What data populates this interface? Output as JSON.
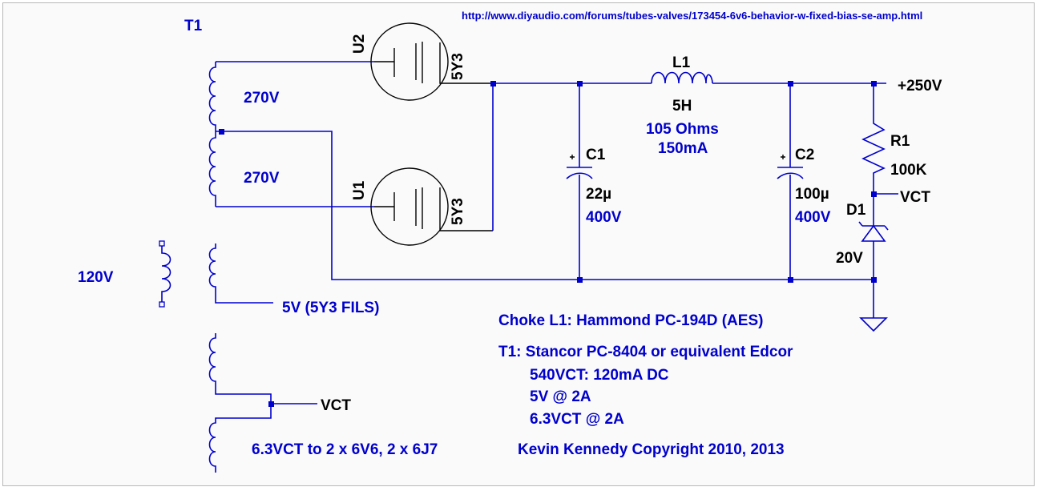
{
  "url": "http://www.diyaudio.com/forums/tubes-valves/173454-6v6-behavior-w-fixed-bias-se-amp.html",
  "transformer": {
    "ref": "T1",
    "winding_top": "270V",
    "winding_bottom": "270V",
    "primary": "120V",
    "fil_5v": "5V (5Y3 FILS)",
    "vct": "VCT",
    "fil_63": "6.3VCT to 2 x 6V6, 2 x 6J7"
  },
  "tubes": [
    {
      "ref": "U2",
      "type": "5Y3"
    },
    {
      "ref": "U1",
      "type": "5Y3"
    }
  ],
  "choke": {
    "ref": "L1",
    "value": "5H",
    "resistance": "105 Ohms",
    "current": "150mA"
  },
  "caps": [
    {
      "ref": "C1",
      "value": "22µ",
      "voltage": "400V"
    },
    {
      "ref": "C2",
      "value": "100µ",
      "voltage": "400V"
    }
  ],
  "resistor": {
    "ref": "R1",
    "value": "100K"
  },
  "diode": {
    "ref": "D1",
    "value": "20V"
  },
  "nodes": {
    "b_plus": "+250V",
    "vct": "VCT"
  },
  "notes": {
    "choke": "Choke L1: Hammond PC-194D (AES)",
    "t1": "T1: Stancor PC-8404 or equivalent Edcor",
    "spec1": "540VCT: 120mA DC",
    "spec2": "5V @ 2A",
    "spec3": "6.3VCT @ 2A",
    "copyright": "Kevin Kennedy Copyright 2010, 2013"
  }
}
